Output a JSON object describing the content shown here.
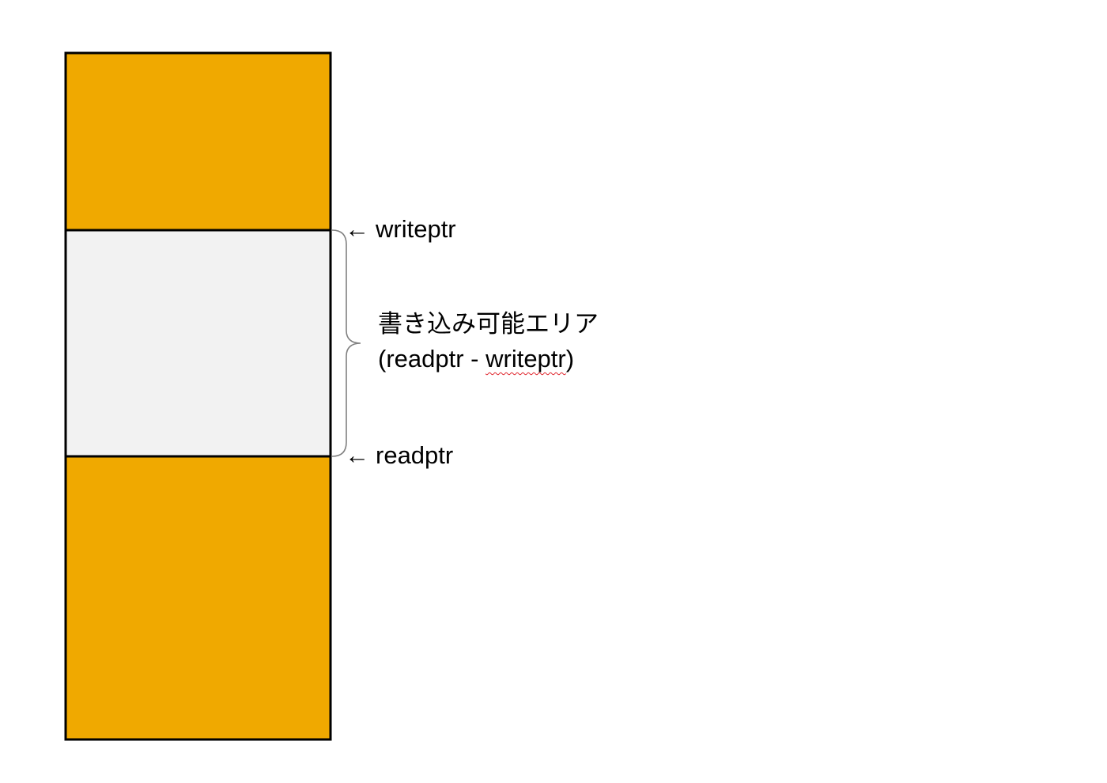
{
  "colors": {
    "used_region": "#F0A900",
    "free_region": "#F2F2F2",
    "outline": "#000000",
    "brace": "#808080",
    "spellcheck": "#E0242C"
  },
  "buffer": {
    "regions": [
      {
        "name": "upper-used-region",
        "kind": "used"
      },
      {
        "name": "writable-region",
        "kind": "free"
      },
      {
        "name": "lower-used-region",
        "kind": "used"
      }
    ]
  },
  "pointers": {
    "arrow": "←",
    "writeptr": "writeptr",
    "readptr": "readptr"
  },
  "area": {
    "title": "書き込み可能エリア",
    "formula_open": "(readptr - ",
    "formula_word": "writeptr",
    "formula_close": ")"
  }
}
